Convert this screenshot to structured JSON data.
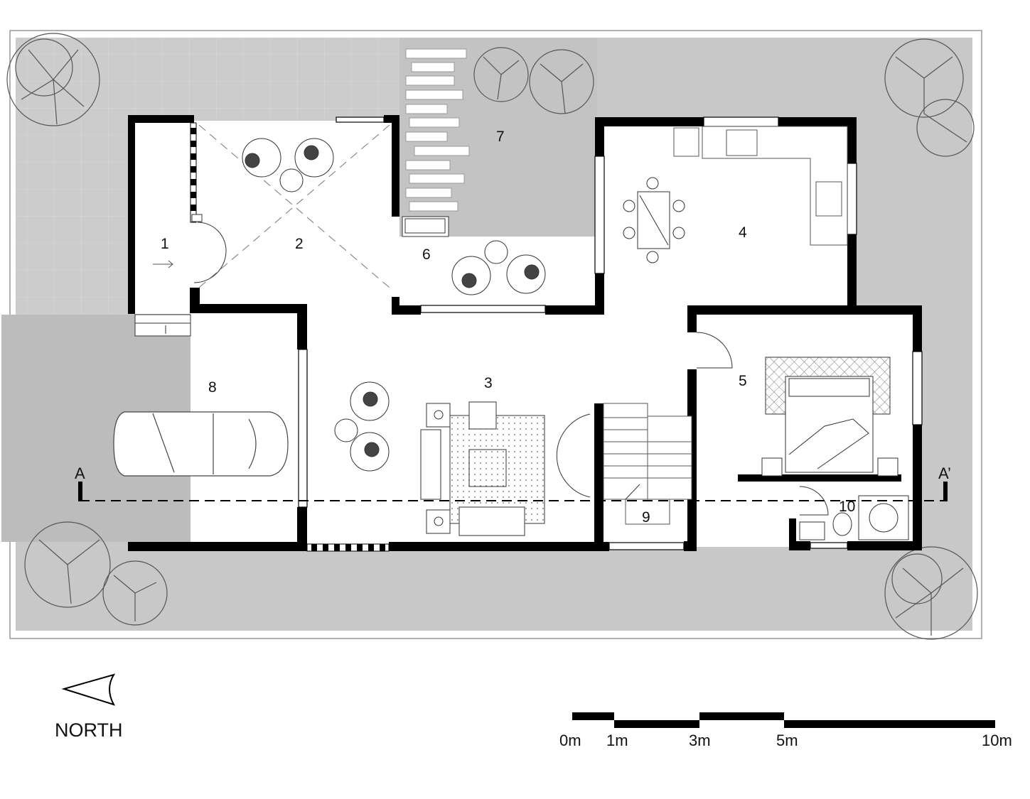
{
  "rooms": [
    {
      "id": "1",
      "label": "1"
    },
    {
      "id": "2",
      "label": "2"
    },
    {
      "id": "3",
      "label": "3"
    },
    {
      "id": "4",
      "label": "4"
    },
    {
      "id": "5",
      "label": "5"
    },
    {
      "id": "6",
      "label": "6"
    },
    {
      "id": "7",
      "label": "7"
    },
    {
      "id": "8",
      "label": "8"
    },
    {
      "id": "9",
      "label": "9"
    },
    {
      "id": "10",
      "label": "10"
    }
  ],
  "section": {
    "start_label": "A",
    "end_label": "A’"
  },
  "north": {
    "label": "NORTH"
  },
  "scale": {
    "unit": "m",
    "ticks": [
      "0m",
      "1m",
      "3m",
      "5m",
      "10m"
    ]
  },
  "colors": {
    "wall": "#000000",
    "ground": "#c9c9c9",
    "paving": "#bdbdbd",
    "floor": "#ffffff"
  }
}
